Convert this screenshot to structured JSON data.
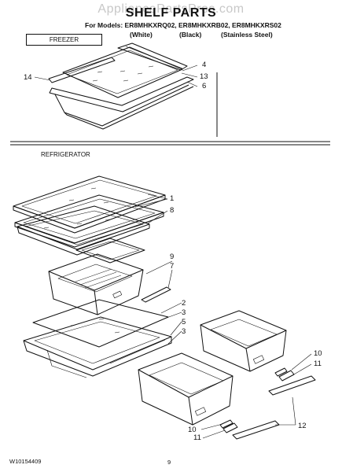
{
  "watermark": "AppliancePartsPros.com",
  "header": {
    "title": "SHELF PARTS",
    "models": "For Models: ER8MHKXRQ02, ER8MHKXRB02, ER8MHKXRS02",
    "variants": [
      "(White)",
      "(Black)",
      "(Stainless Steel)"
    ]
  },
  "sections": {
    "freezer": "FREEZER",
    "refrigerator": "REFRIGERATOR"
  },
  "callouts": {
    "c14": "14",
    "c4": "4",
    "c13": "13",
    "c6": "6",
    "c1": "1",
    "c8": "8",
    "c9": "9",
    "c7": "7",
    "c2": "2",
    "c3a": "3",
    "c5": "5",
    "c3b": "3",
    "c10a": "10",
    "c11a": "11",
    "c12": "12",
    "c10b": "10",
    "c11b": "11"
  },
  "footer": {
    "doc_number": "W10154409",
    "page": "9"
  }
}
